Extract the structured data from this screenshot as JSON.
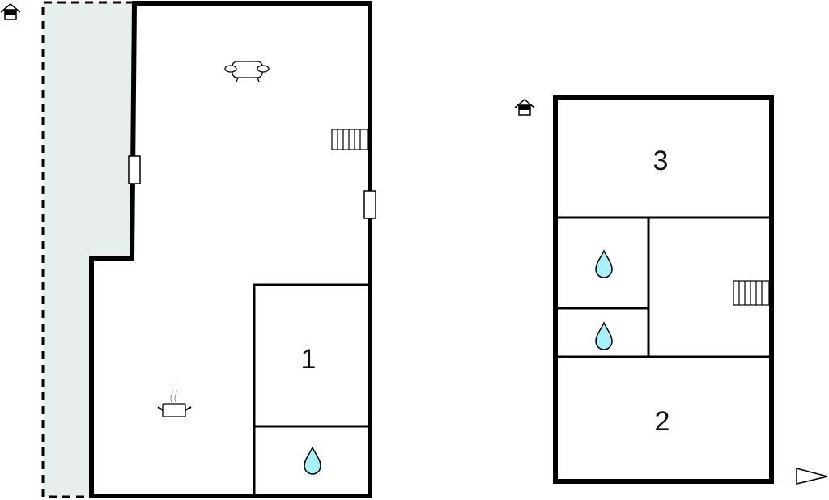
{
  "floorplan": {
    "ground_floor": {
      "rooms": [
        {
          "label": "1"
        }
      ],
      "icons": [
        "entrance-icon",
        "sofa-icon",
        "stairs-icon",
        "kitchen-pot-icon",
        "water-drop-icon",
        "window-icon"
      ]
    },
    "upper_floor": {
      "rooms": [
        {
          "label": "3"
        },
        {
          "label": "2"
        }
      ],
      "icons": [
        "entrance-icon",
        "water-drop-icon",
        "stairs-icon",
        "compass-arrow-icon"
      ]
    },
    "colors": {
      "wall": "#000000",
      "terrace": "#e8eeee",
      "water": "#a8f0f8"
    }
  }
}
